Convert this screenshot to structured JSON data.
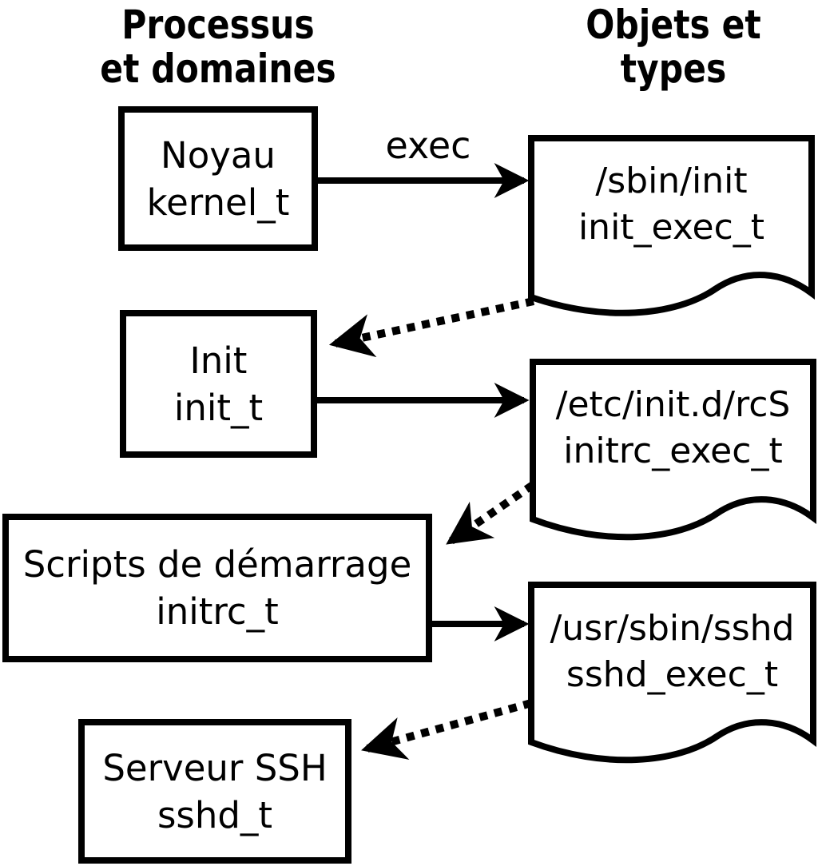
{
  "colors": {
    "line": "#000000",
    "background": "#ffffff"
  },
  "headers": {
    "left": {
      "line1": "Processus",
      "line2": "et domaines"
    },
    "right": {
      "line1": "Objets et",
      "line2": "types"
    }
  },
  "arrow_label": "exec",
  "processes": [
    {
      "name": "Noyau",
      "type": "kernel_t"
    },
    {
      "name": "Init",
      "type": "init_t"
    },
    {
      "name": "Scripts de démarrage",
      "type": "initrc_t"
    },
    {
      "name": "Serveur SSH",
      "type": "sshd_t"
    }
  ],
  "objects": [
    {
      "path": "/sbin/init",
      "type": "init_exec_t"
    },
    {
      "path": "/etc/init.d/rcS",
      "type": "initrc_exec_t"
    },
    {
      "path": "/usr/sbin/sshd",
      "type": "sshd_exec_t"
    }
  ]
}
